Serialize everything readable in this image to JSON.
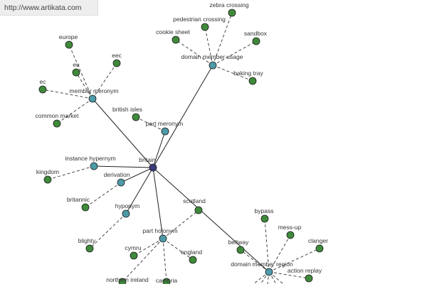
{
  "site": {
    "url": "http://www.artikata.com"
  },
  "colors": {
    "central_node": "#3a3a7a",
    "relation_node": "#4d9aa8",
    "leaf_node": "#3f8a3a",
    "solid_edge": "#222222",
    "dashed_edge": "#333333",
    "label": "#333333"
  },
  "graph": {
    "central": {
      "id": "britain",
      "label": "britain"
    },
    "relations": [
      {
        "id": "domain-member-usage",
        "label": "domain member usage"
      },
      {
        "id": "member-meronym",
        "label": "member meronym"
      },
      {
        "id": "part-meronym",
        "label": "part meronym"
      },
      {
        "id": "instance-hypernym",
        "label": "instance hypernym"
      },
      {
        "id": "derivation",
        "label": "derivation"
      },
      {
        "id": "hyponym",
        "label": "hyponym"
      },
      {
        "id": "part-holonym",
        "label": "part holonym"
      },
      {
        "id": "domain-member-region",
        "label": "domain member region"
      }
    ],
    "leaves": [
      {
        "id": "zebra-crossing",
        "label": "zebra crossing",
        "parent": "domain-member-usage"
      },
      {
        "id": "pedestrian-crossing",
        "label": "pedestrian crossing",
        "parent": "domain-member-usage"
      },
      {
        "id": "cookie-sheet",
        "label": "cookie sheet",
        "parent": "domain-member-usage"
      },
      {
        "id": "sandbox",
        "label": "sandbox",
        "parent": "domain-member-usage"
      },
      {
        "id": "baking-tray",
        "label": "baking tray",
        "parent": "domain-member-usage"
      },
      {
        "id": "europe",
        "label": "europe",
        "parent": "member-meronym"
      },
      {
        "id": "eec",
        "label": "eec",
        "parent": "member-meronym"
      },
      {
        "id": "eu",
        "label": "eu",
        "parent": "member-meronym"
      },
      {
        "id": "ec",
        "label": "ec",
        "parent": "member-meronym"
      },
      {
        "id": "common-market",
        "label": "common market",
        "parent": "member-meronym"
      },
      {
        "id": "british-isles",
        "label": "british isles",
        "parent": "part-meronym"
      },
      {
        "id": "kingdom",
        "label": "kingdom",
        "parent": "instance-hypernym"
      },
      {
        "id": "britannic",
        "label": "britannic",
        "parent": "derivation"
      },
      {
        "id": "blighty",
        "label": "blighty",
        "parent": "hyponym"
      },
      {
        "id": "scotland",
        "label": "scotland",
        "parent": "part-holonym"
      },
      {
        "id": "cymru",
        "label": "cymru",
        "parent": "part-holonym"
      },
      {
        "id": "england",
        "label": "england",
        "parent": "part-holonym"
      },
      {
        "id": "northern-ireland",
        "label": "northern ireland",
        "parent": "part-holonym"
      },
      {
        "id": "cambria",
        "label": "cambria",
        "parent": "part-holonym"
      },
      {
        "id": "bypass",
        "label": "bypass",
        "parent": "domain-member-region"
      },
      {
        "id": "mess-up",
        "label": "mess-up",
        "parent": "domain-member-region"
      },
      {
        "id": "clanger",
        "label": "clanger",
        "parent": "domain-member-region"
      },
      {
        "id": "beltway",
        "label": "beltway",
        "parent": "domain-member-region"
      },
      {
        "id": "action-replay",
        "label": "action replay",
        "parent": "domain-member-region"
      }
    ]
  }
}
